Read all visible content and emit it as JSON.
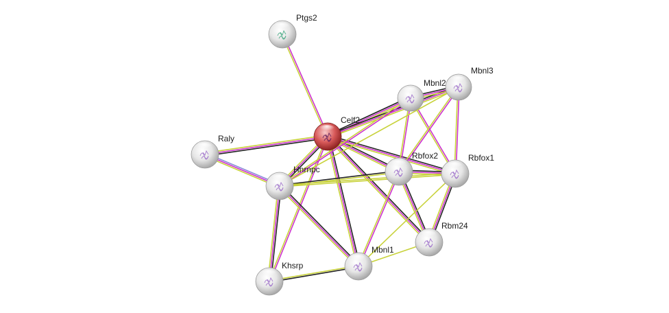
{
  "network": {
    "colors": {
      "coexpression": "#222222",
      "experiments": "#cc33cc",
      "textmining": "#c8d23a",
      "homology": "#8a8ad8",
      "node_fill": "#e8e8e8",
      "query_node_fill": "#c83a3a"
    },
    "nodes": [
      {
        "id": "Ptgs2",
        "label": "Ptgs2",
        "query": false
      },
      {
        "id": "Celf2",
        "label": "Celf2",
        "query": true
      },
      {
        "id": "Mbnl2",
        "label": "Mbnl2",
        "query": false
      },
      {
        "id": "Mbnl3",
        "label": "Mbnl3",
        "query": false
      },
      {
        "id": "Raly",
        "label": "Raly",
        "query": false
      },
      {
        "id": "Hnrnpc",
        "label": "Hnrnpc",
        "query": false
      },
      {
        "id": "Rbfox2",
        "label": "Rbfox2",
        "query": false
      },
      {
        "id": "Rbfox1",
        "label": "Rbfox1",
        "query": false
      },
      {
        "id": "Rbm24",
        "label": "Rbm24",
        "query": false
      },
      {
        "id": "Mbnl1",
        "label": "Mbnl1",
        "query": false
      },
      {
        "id": "Khsrp",
        "label": "Khsrp",
        "query": false
      }
    ],
    "edges": [
      {
        "from": "Ptgs2",
        "to": "Celf2",
        "types": [
          "experiments",
          "textmining"
        ]
      },
      {
        "from": "Celf2",
        "to": "Mbnl2",
        "types": [
          "coexpression",
          "experiments",
          "textmining"
        ]
      },
      {
        "from": "Celf2",
        "to": "Mbnl3",
        "types": [
          "coexpression",
          "experiments",
          "textmining"
        ]
      },
      {
        "from": "Celf2",
        "to": "Raly",
        "types": [
          "coexpression",
          "experiments",
          "textmining"
        ]
      },
      {
        "from": "Celf2",
        "to": "Hnrnpc",
        "types": [
          "coexpression",
          "experiments",
          "textmining"
        ]
      },
      {
        "from": "Celf2",
        "to": "Rbfox2",
        "types": [
          "coexpression",
          "experiments",
          "textmining"
        ]
      },
      {
        "from": "Celf2",
        "to": "Rbfox1",
        "types": [
          "coexpression",
          "experiments",
          "textmining"
        ]
      },
      {
        "from": "Celf2",
        "to": "Rbm24",
        "types": [
          "coexpression",
          "experiments",
          "textmining"
        ]
      },
      {
        "from": "Celf2",
        "to": "Mbnl1",
        "types": [
          "coexpression",
          "experiments",
          "textmining"
        ]
      },
      {
        "from": "Celf2",
        "to": "Khsrp",
        "types": [
          "experiments",
          "textmining"
        ]
      },
      {
        "from": "Raly",
        "to": "Hnrnpc",
        "types": [
          "homology",
          "experiments",
          "textmining"
        ]
      },
      {
        "from": "Hnrnpc",
        "to": "Rbfox2",
        "types": [
          "coexpression",
          "textmining"
        ]
      },
      {
        "from": "Hnrnpc",
        "to": "Rbfox1",
        "types": [
          "textmining",
          "textmining"
        ]
      },
      {
        "from": "Hnrnpc",
        "to": "Khsrp",
        "types": [
          "coexpression",
          "experiments",
          "textmining"
        ]
      },
      {
        "from": "Hnrnpc",
        "to": "Mbnl1",
        "types": [
          "coexpression",
          "experiments",
          "textmining"
        ]
      },
      {
        "from": "Mbnl2",
        "to": "Mbnl3",
        "types": [
          "coexpression",
          "experiments",
          "textmining"
        ]
      },
      {
        "from": "Mbnl2",
        "to": "Rbfox2",
        "types": [
          "experiments",
          "textmining"
        ]
      },
      {
        "from": "Mbnl2",
        "to": "Rbfox1",
        "types": [
          "experiments",
          "textmining"
        ]
      },
      {
        "from": "Mbnl3",
        "to": "Rbfox2",
        "types": [
          "experiments",
          "textmining"
        ]
      },
      {
        "from": "Mbnl3",
        "to": "Rbfox1",
        "types": [
          "experiments",
          "textmining"
        ]
      },
      {
        "from": "Rbfox2",
        "to": "Rbfox1",
        "types": [
          "coexpression",
          "experiments",
          "textmining"
        ]
      },
      {
        "from": "Rbfox2",
        "to": "Rbm24",
        "types": [
          "coexpression",
          "experiments",
          "textmining"
        ]
      },
      {
        "from": "Rbfox2",
        "to": "Mbnl1",
        "types": [
          "experiments",
          "textmining"
        ]
      },
      {
        "from": "Rbfox1",
        "to": "Rbm24",
        "types": [
          "coexpression",
          "experiments",
          "textmining"
        ]
      },
      {
        "from": "Rbfox1",
        "to": "Mbnl1",
        "types": [
          "textmining"
        ]
      },
      {
        "from": "Rbm24",
        "to": "Mbnl1",
        "types": [
          "textmining"
        ]
      },
      {
        "from": "Mbnl1",
        "to": "Khsrp",
        "types": [
          "coexpression",
          "textmining"
        ]
      },
      {
        "from": "Mbnl2",
        "to": "Hnrnpc",
        "types": [
          "experiments",
          "textmining"
        ]
      },
      {
        "from": "Mbnl3",
        "to": "Hnrnpc",
        "types": [
          "textmining"
        ]
      }
    ]
  }
}
